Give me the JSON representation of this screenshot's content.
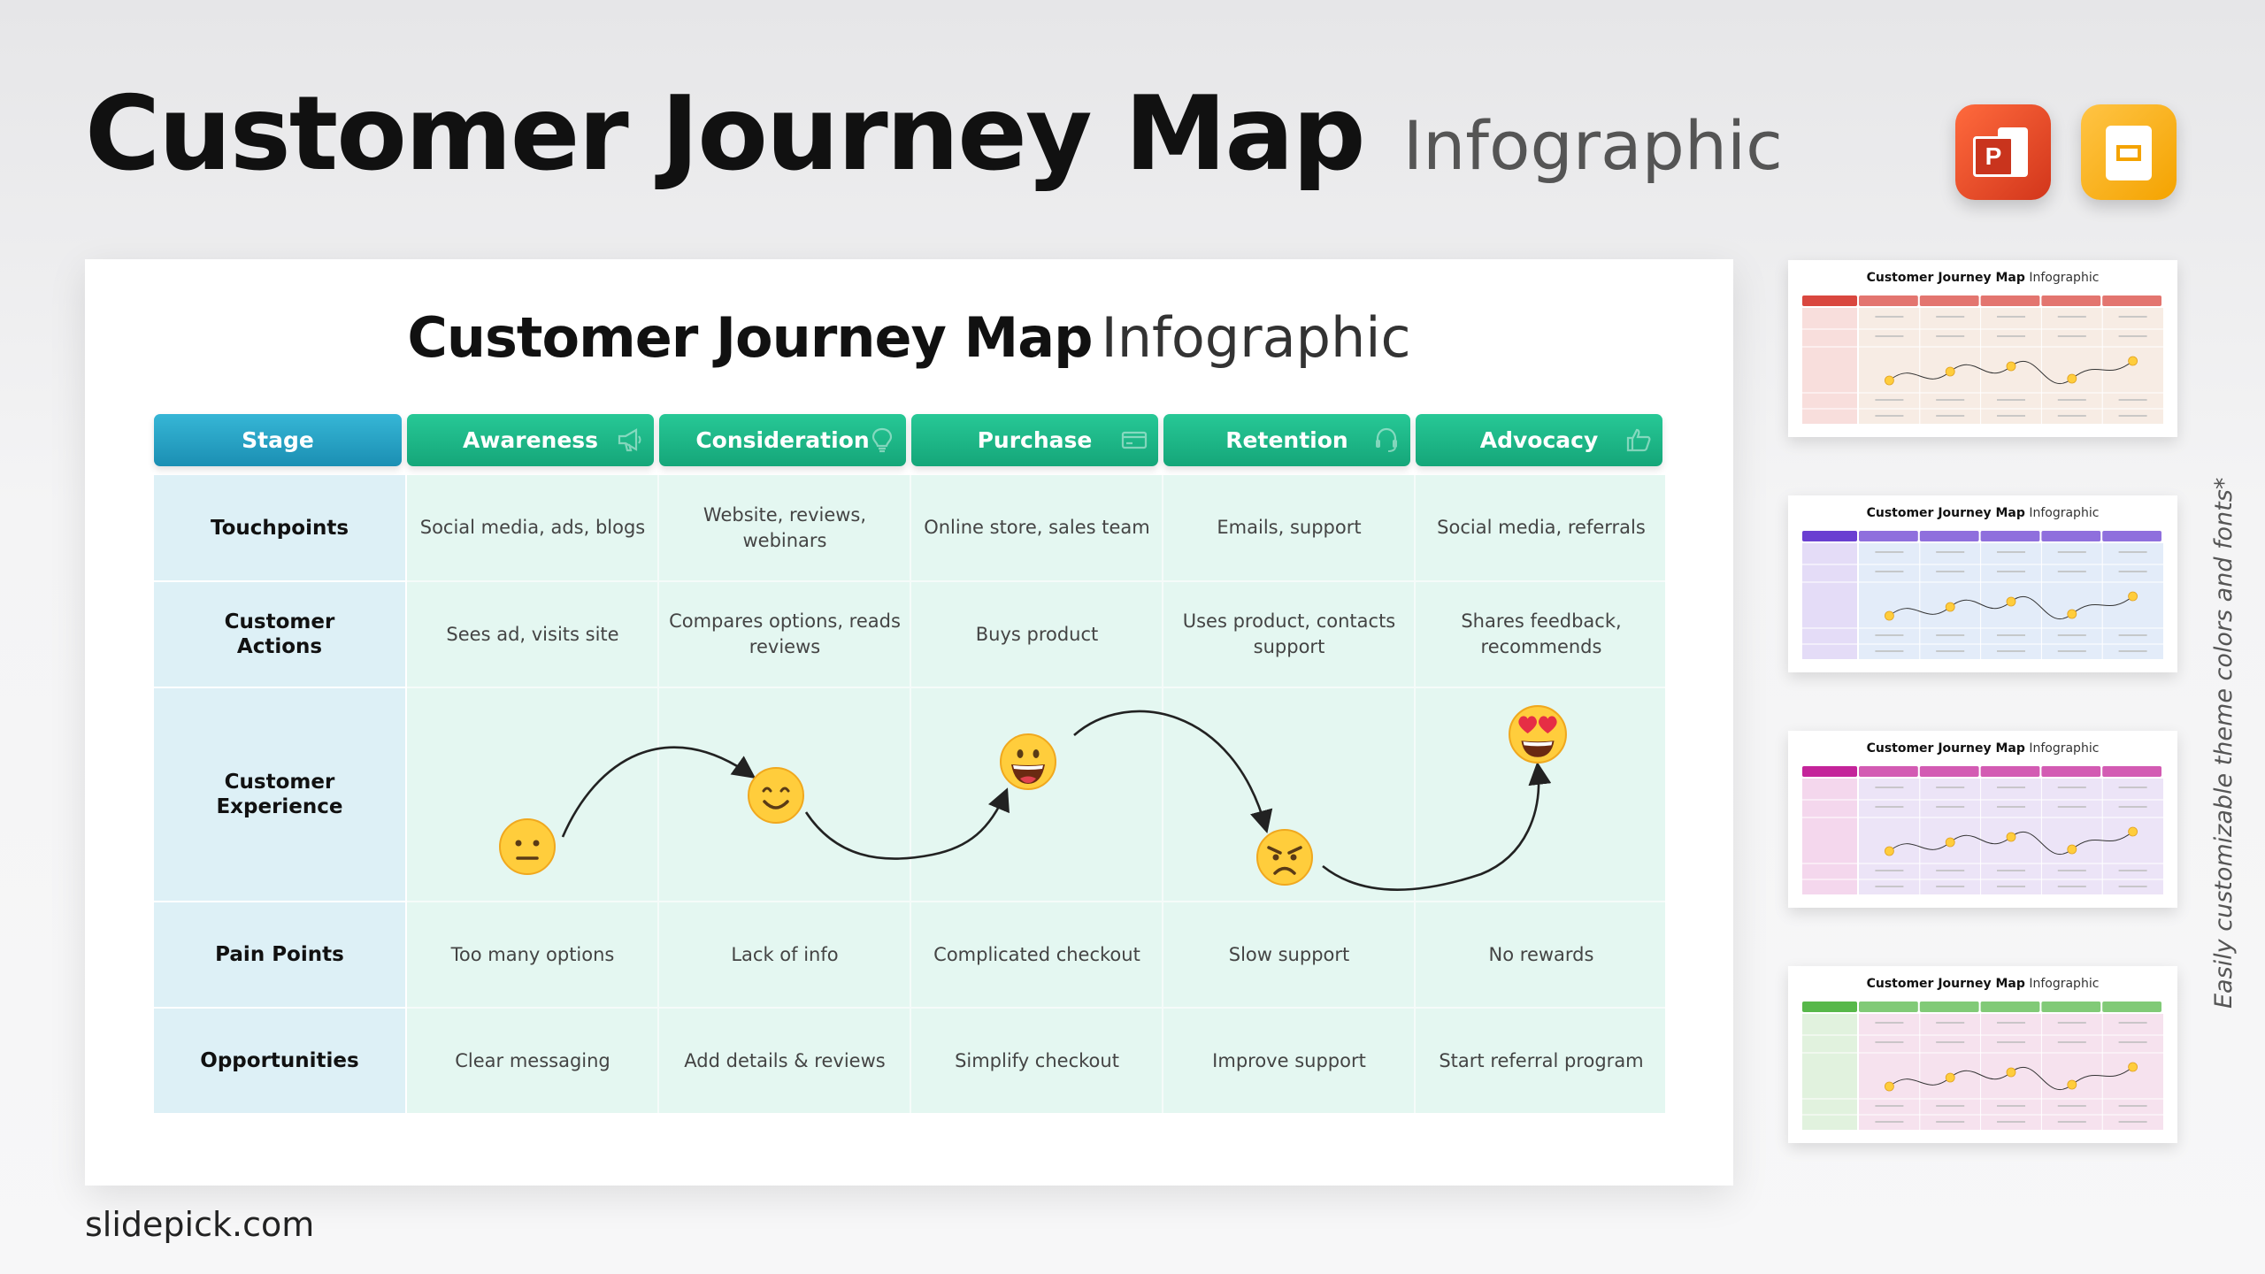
{
  "header": {
    "title_bold": "Customer Journey Map",
    "title_light": "Infographic"
  },
  "app_icons": {
    "powerpoint": "powerpoint-icon",
    "google_slides": "google-slides-icon",
    "ppt_letter": "P"
  },
  "slide": {
    "title_bold": "Customer Journey Map",
    "title_light": "Infographic",
    "stage_header": "Stage",
    "stages": [
      {
        "label": "Awareness",
        "icon": "megaphone-icon"
      },
      {
        "label": "Consideration",
        "icon": "lightbulb-icon"
      },
      {
        "label": "Purchase",
        "icon": "credit-card-icon"
      },
      {
        "label": "Retention",
        "icon": "headset-icon"
      },
      {
        "label": "Advocacy",
        "icon": "thumbs-up-icon"
      }
    ],
    "rows": [
      {
        "label": "Touchpoints",
        "cells": [
          "Social media, ads, blogs",
          "Website, reviews, webinars",
          "Online store, sales team",
          "Emails, support",
          "Social media, referrals"
        ]
      },
      {
        "label": "Customer Actions",
        "cells": [
          "Sees ad, visits site",
          "Compares options, reads reviews",
          "Buys product",
          "Uses product, contacts support",
          "Shares feedback, recommends"
        ]
      },
      {
        "label": "Customer Experience",
        "cells": []
      },
      {
        "label": "Pain Points",
        "cells": [
          "Too many options",
          "Lack of info",
          "Complicated checkout",
          "Slow support",
          "No rewards"
        ]
      },
      {
        "label": "Opportunities",
        "cells": [
          "Clear messaging",
          "Add details & reviews",
          "Simplify checkout",
          "Improve support",
          "Start referral program"
        ]
      }
    ],
    "experience": [
      "neutral-face-icon",
      "smiling-face-icon",
      "grinning-face-icon",
      "angry-face-icon",
      "heart-eyes-face-icon"
    ]
  },
  "thumbnails": [
    {
      "title_bold": "Customer Journey Map",
      "title_light": "Infographic",
      "theme": "#d9473f",
      "tint": "#f7ece4"
    },
    {
      "title_bold": "Customer Journey Map",
      "title_light": "Infographic",
      "theme": "#6a3fd1",
      "tint": "#e3ecf9"
    },
    {
      "title_bold": "Customer Journey Map",
      "title_light": "Infographic",
      "theme": "#c4249a",
      "tint": "#ece4f7"
    },
    {
      "title_bold": "Customer Journey Map",
      "title_light": "Infographic",
      "theme": "#57b84a",
      "tint": "#f6e2ee"
    }
  ],
  "side_note": "Easily customizable theme colors and fonts*",
  "footer": "slidepick.com"
}
